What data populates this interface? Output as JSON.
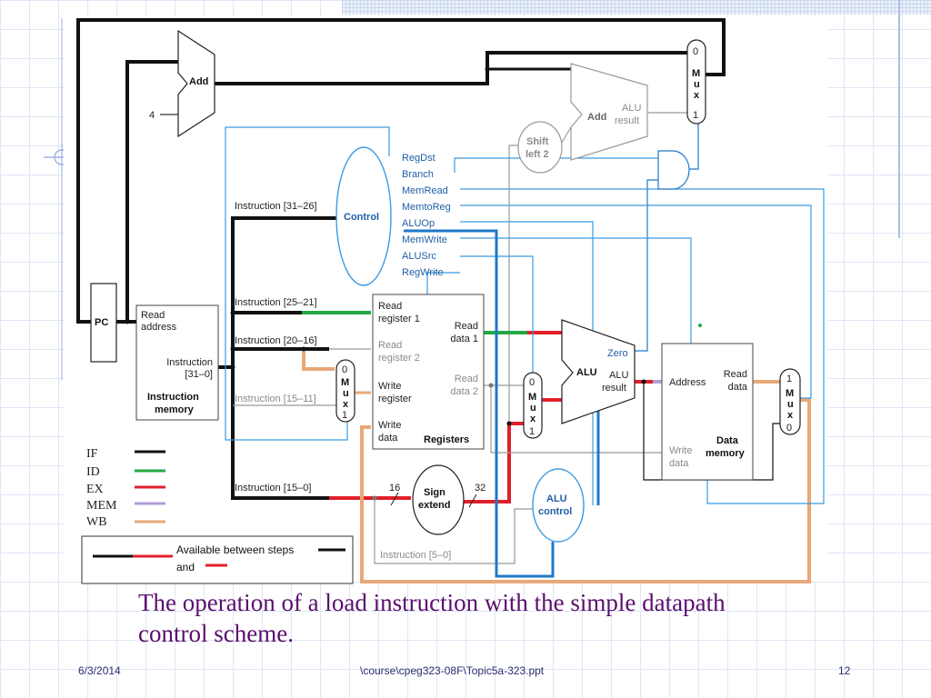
{
  "slide": {
    "caption": "The operation of a load instruction with the simple datapath control scheme.",
    "footer_date": "6/3/2014",
    "footer_path": "\\course\\cpeg323-08F\\Topic5a-323.ppt",
    "page_number": "12"
  },
  "diagram": {
    "blocks": {
      "pc": "PC",
      "adder_pc": "Add",
      "adder_pc_input": "4",
      "adder_branch": "Add",
      "adder_branch_result_1": "ALU",
      "adder_branch_result_2": "result",
      "shift_1": "Shift",
      "shift_2": "left 2",
      "control": "Control",
      "alu": "ALU",
      "alu_zero": "Zero",
      "alu_result_1": "ALU",
      "alu_result_2": "result",
      "alu_control_1": "ALU",
      "alu_control_2": "control",
      "sign_extend_1": "Sign",
      "sign_extend_2": "extend",
      "sign_in_width": "16",
      "sign_out_width": "32"
    },
    "instruction_memory": {
      "read_1": "Read",
      "read_2": "address",
      "instr_1": "Instruction",
      "instr_2": "[31–0]",
      "title_1": "Instruction",
      "title_2": "memory"
    },
    "registers": {
      "read_reg1_1": "Read",
      "read_reg1_2": "register 1",
      "read_reg2_1": "Read",
      "read_reg2_2": "register 2",
      "write_reg_1": "Write",
      "write_reg_2": "register",
      "write_data_1": "Write",
      "write_data_2": "data",
      "read_data1_1": "Read",
      "read_data1_2": "data 1",
      "read_data2_1": "Read",
      "read_data2_2": "data 2",
      "title": "Registers"
    },
    "data_memory": {
      "address": "Address",
      "read_1": "Read",
      "read_2": "data",
      "write_1": "Write",
      "write_2": "data",
      "title_1": "Data",
      "title_2": "memory"
    },
    "mux": {
      "letters": [
        "M",
        "u",
        "x"
      ],
      "zero": "0",
      "one": "1"
    },
    "control_signals": [
      "RegDst",
      "Branch",
      "MemRead",
      "MemtoReg",
      "ALUOp",
      "MemWrite",
      "ALUSrc",
      "RegWrite"
    ],
    "instruction_fields": {
      "f31_26": "Instruction [31–26]",
      "f25_21": "Instruction [25–21]",
      "f20_16": "Instruction [20–16]",
      "f15_11": "Instruction [15–11]",
      "f15_0": "Instruction [15–0]",
      "f5_0": "Instruction [5–0]"
    },
    "legend": [
      {
        "label": "IF",
        "color": "#111111"
      },
      {
        "label": "ID",
        "color": "#22aa44"
      },
      {
        "label": "EX",
        "color": "#e0202a"
      },
      {
        "label": "MEM",
        "color": "#b39ddb"
      },
      {
        "label": "WB",
        "color": "#e8a878"
      }
    ],
    "note": {
      "line1": "Available between steps",
      "line2": "and"
    }
  }
}
